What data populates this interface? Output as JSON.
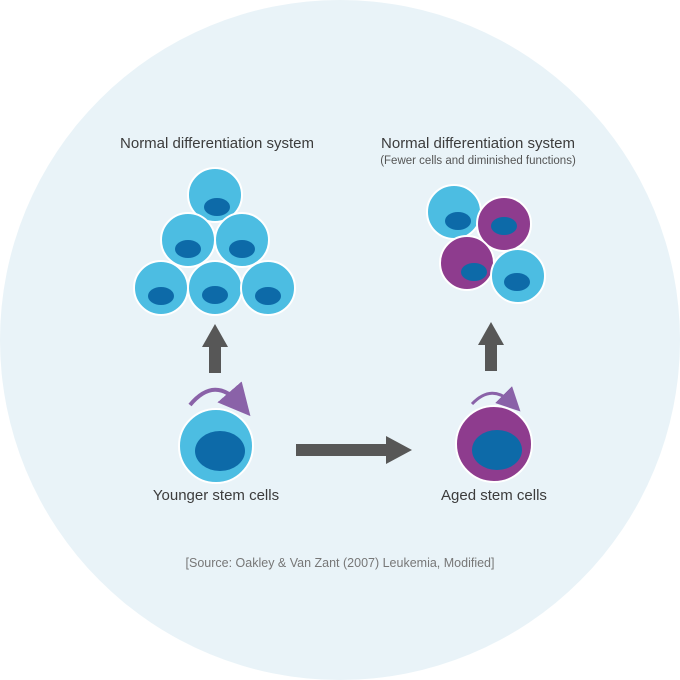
{
  "diagram": {
    "left_title": "Normal differentiation system",
    "right_title": "Normal differentiation system",
    "right_subtitle": "(Fewer cells and diminished functions)",
    "left_label": "Younger stem cells",
    "right_label": "Aged stem cells",
    "source": "[Source: Oakley & Van Zant (2007) Leukemia, Modified]"
  },
  "colors": {
    "background": "#e9f3f8",
    "young_cell": "#4cbde2",
    "young_cell_stroke": "#ffffff",
    "nucleus": "#0d6aa8",
    "aged_cell": "#8e3c8e",
    "arrow": "#575757",
    "cycle_arrow": "#8a62a8",
    "text": "#3c3c3c"
  }
}
